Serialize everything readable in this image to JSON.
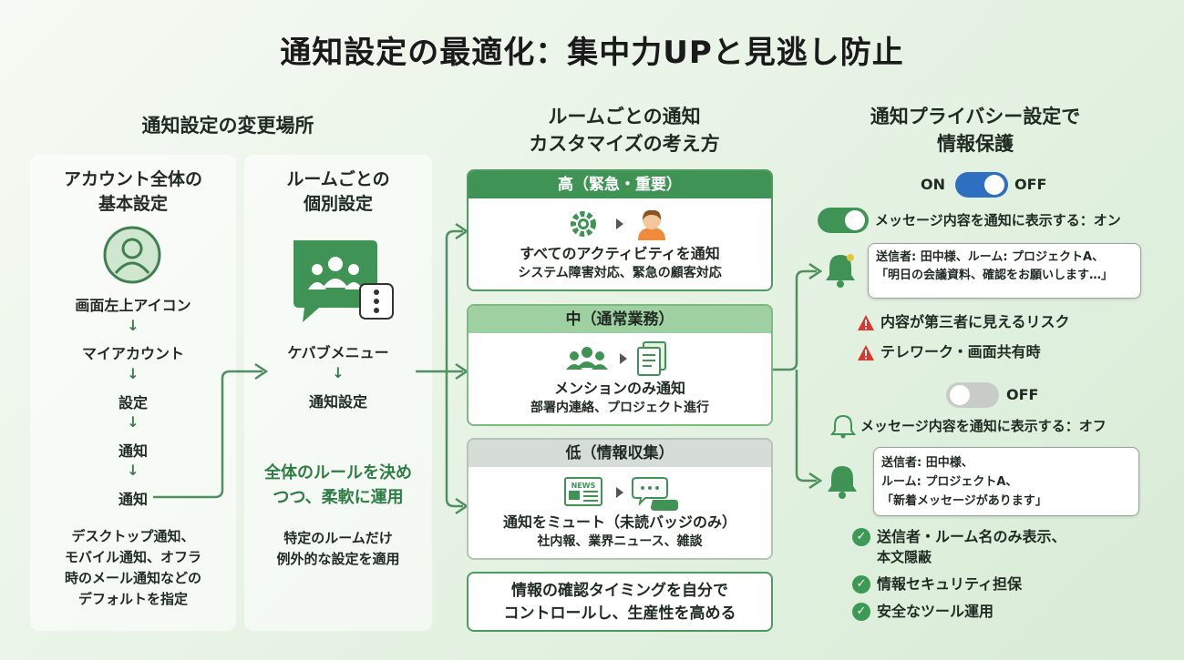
{
  "title": "通知設定の最適化：集中力UPと見逃し防止",
  "left": {
    "heading": "通知設定の変更場所",
    "account": {
      "title_l1": "アカウント全体の",
      "title_l2": "基本設定",
      "steps": [
        "画面左上アイコン",
        "マイアカウント",
        "設定",
        "通知",
        "通知"
      ],
      "note": [
        "デスクトップ通知、",
        "モバイル通知、オフラ",
        "時のメール通知などの",
        "デフォルトを指定"
      ]
    },
    "room": {
      "title_l1": "ルームごとの",
      "title_l2": "個別設定",
      "steps": [
        "ケバブメニュー",
        "通知設定"
      ],
      "highlight": [
        "全体のルールを決め",
        "つつ、柔軟に運用"
      ],
      "note": [
        "特定のルームだけ",
        "例外的な設定を適用"
      ]
    }
  },
  "middle": {
    "heading_l1": "ルームごとの通知",
    "heading_l2": "カスタマイズの考え方",
    "cards": [
      {
        "header": "高（緊急・重要）",
        "main": "すべてのアクティビティを通知",
        "sub": "システム障害対応、緊急の顧客対応",
        "color": "#3f9354"
      },
      {
        "header": "中（通常業務）",
        "main": "メンションのみ通知",
        "sub": "部署内連絡、プロジェクト進行",
        "color": "#8cc68f"
      },
      {
        "header": "低（情報収集）",
        "main": "通知をミュート（未読バッジのみ）",
        "sub": "社内報、業界ニュース、雑談",
        "color": "#c9cfc9"
      }
    ],
    "news_label": "NEWS",
    "summary": [
      "情報の確認タイミングを自分で",
      "コントロールし、生産性を高める"
    ]
  },
  "right": {
    "heading_l1": "通知プライバシー設定で",
    "heading_l2": "情報保護",
    "toggle_on": "ON",
    "toggle_off": "OFF",
    "on_label": "メッセージ内容を通知に表示する：オン",
    "on_msg": [
      "送信者: 田中様、ルーム: プロジェクトA、",
      "「明日の会議資料、確認をお願いします…」"
    ],
    "risks": [
      "内容が第三者に見えるリスク",
      "テレワーク・画面共有時"
    ],
    "off_toggle": "OFF",
    "off_label": "メッセージ内容を通知に表示する：オフ",
    "off_msg": [
      "送信者: 田中様、",
      "ルーム: プロジェクトA、",
      "「新着メッセージがあります」"
    ],
    "benefits": [
      "送信者・ルーム名のみ表示、",
      "本文隠蔽",
      "情報セキュリティ担保",
      "安全なツール運用"
    ]
  },
  "colors": {
    "accent": "#3f9354",
    "toggle_blue": "#2f6fc2",
    "warn": "#d63a2f"
  }
}
